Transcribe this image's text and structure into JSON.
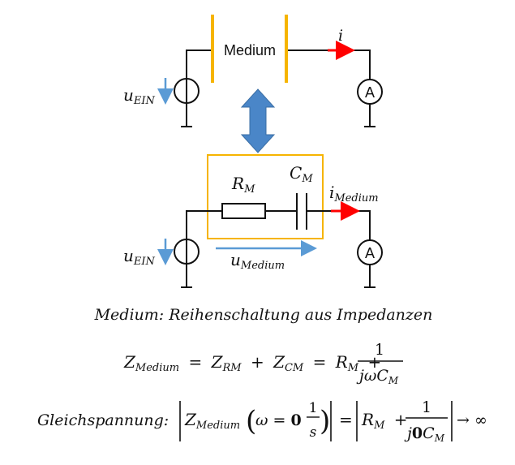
{
  "top_circuit": {
    "medium_label": "Medium",
    "current_label": "i",
    "source_label_main": "u",
    "source_label_sub": "EIN",
    "ammeter_label": "A"
  },
  "bottom_circuit": {
    "resistor_main": "R",
    "resistor_sub": "M",
    "capacitor_main": "C",
    "capacitor_sub": "M",
    "current_main": "i",
    "current_sub": "Medium",
    "voltage_main": "u",
    "voltage_sub": "Medium",
    "source_label_main": "u",
    "source_label_sub": "EIN",
    "ammeter_label": "A"
  },
  "caption": {
    "medium": "Medium",
    "rest": ": Reihenschaltung aus Impedanzen"
  },
  "eq1": {
    "z": "Z",
    "z_sub": "Medium",
    "eq": "=",
    "z2": "Z",
    "z2_sub": "RM",
    "plus": "+",
    "z3": "Z",
    "z3_sub": "CM",
    "eq2": "=",
    "r": "R",
    "r_sub": "M",
    "plus2": "+",
    "num": "1",
    "den": "jωC",
    "den_sub": "M"
  },
  "eq2": {
    "label": "Gleichspannung:",
    "z": "Z",
    "z_sub": "Medium",
    "omega": "ω = ",
    "zero": "0",
    "frac_num": "1",
    "frac_den": "s",
    "eq": "=",
    "r": "R",
    "r_sub": "M",
    "plus": "+",
    "num": "1",
    "den_j": "j",
    "den_zero": "0",
    "den_c": "C",
    "den_sub": "M",
    "arrow": "→ ∞"
  },
  "colors": {
    "medium_plate": "#f6b400",
    "current_arrow": "#ff0000",
    "voltage_arrow": "#5b9bd5",
    "double_arrow": "#4a86c8",
    "box": "#f6b400"
  }
}
